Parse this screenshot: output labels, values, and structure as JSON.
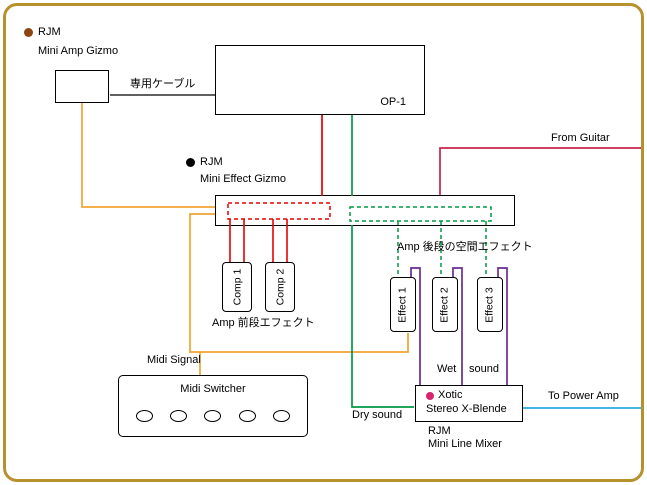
{
  "colors": {
    "frame_gold": "#b8912f",
    "midi_orange": "#f0a432",
    "loop_red": "#e60000",
    "guitar_crimson": "#c9234a",
    "dry_green": "#009944",
    "wet_purple": "#6a2c91",
    "output_blue": "#29abe2",
    "cable_black": "#000000",
    "amp_gizmo_dot_brown": "#8c4510",
    "effect_gizmo_dot_black": "#000000",
    "xotic_dot_magenta": "#d6246e"
  },
  "nodes": {
    "amp_gizmo": {
      "brand": "RJM",
      "name": "Mini Amp Gizmo"
    },
    "op1": {
      "label": "OP-1"
    },
    "effect_gizmo": {
      "brand": "RJM",
      "name": "Mini Effect Gizmo"
    },
    "comp1": {
      "label": "Comp 1"
    },
    "comp2": {
      "label": "Comp 2"
    },
    "effect1": {
      "label": "Effect 1"
    },
    "effect2": {
      "label": "Effect 2"
    },
    "effect3": {
      "label": "Effect 3"
    },
    "midi_switcher": {
      "label": "Midi Switcher"
    },
    "xblender": {
      "brand": "Xotic",
      "name": "Stereo X-Blende",
      "maker": "RJM",
      "maker_name": "Mini Line Mixer"
    }
  },
  "annotations": {
    "dedicated_cable": "専用ケーブル",
    "from_guitar": "From Guitar",
    "amp_front_effects": "Amp 前段エフェクト",
    "amp_rear_effects": "Amp 後段の空間エフェクト",
    "midi_signal": "Midi Signal",
    "dry_sound": "Dry sound",
    "wet": "Wet",
    "sound": "sound",
    "to_power_amp": "To Power Amp"
  }
}
